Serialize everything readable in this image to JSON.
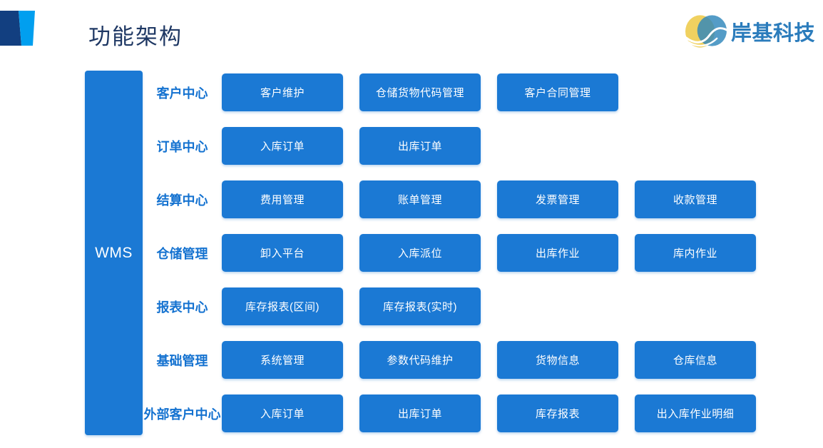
{
  "page": {
    "title": "功能架构"
  },
  "logo": {
    "name": "岸基科技",
    "icon": "wave-sphere-icon"
  },
  "colors": {
    "box_blue": "#1b79d4",
    "label_blue": "#1472d0",
    "title_navy": "#1f3864",
    "deco_dark": "#123f80",
    "deco_light": "#019fef",
    "logo_text": "#2b7cbc",
    "logo_yellow": "#f0d160",
    "logo_blue": "#2e86bb"
  },
  "wms": {
    "label": "WMS"
  },
  "rows": [
    {
      "label": "客户中心",
      "boxes": [
        "客户维护",
        "仓储货物代码管理",
        "客户合同管理"
      ]
    },
    {
      "label": "订单中心",
      "boxes": [
        "入库订单",
        "出库订单"
      ]
    },
    {
      "label": "结算中心",
      "boxes": [
        "费用管理",
        "账单管理",
        "发票管理",
        "收款管理"
      ]
    },
    {
      "label": "仓储管理",
      "boxes": [
        "卸入平台",
        "入库派位",
        "出库作业",
        "库内作业"
      ]
    },
    {
      "label": "报表中心",
      "boxes": [
        "库存报表(区间)",
        "库存报表(实时)"
      ]
    },
    {
      "label": "基础管理",
      "boxes": [
        "系统管理",
        "参数代码维护",
        "货物信息",
        "仓库信息"
      ]
    },
    {
      "label": "外部客户中心",
      "boxes": [
        "入库订单",
        "出库订单",
        "库存报表",
        "出入库作业明细"
      ]
    }
  ]
}
